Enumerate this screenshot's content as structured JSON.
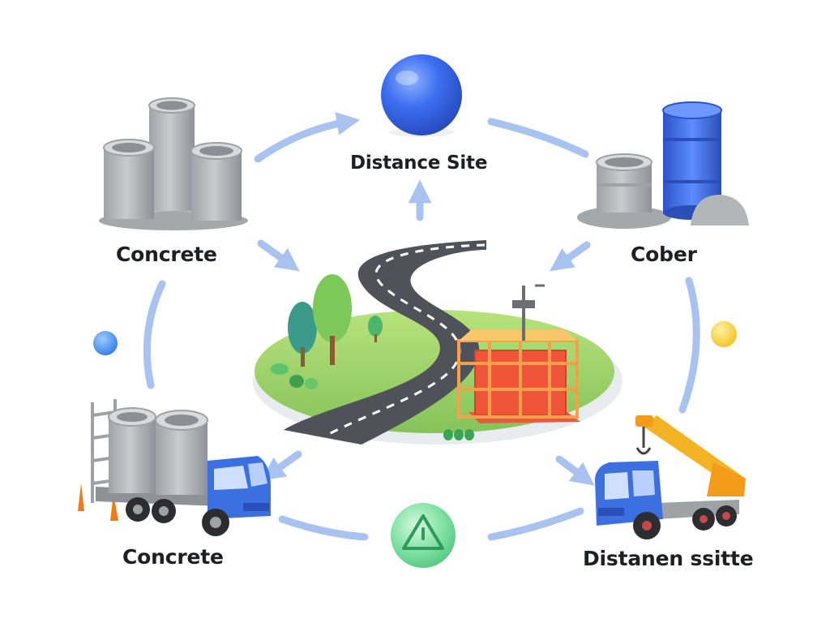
{
  "labels": {
    "top": "Distance Site",
    "left_top": "Concrete",
    "right_top": "Cober",
    "left_bottom": "Concrete",
    "right_bottom": "Distanen ssitte"
  },
  "colors": {
    "arrow": "#a9c3f0",
    "sphere_blue": "#3c6ef0",
    "sphere_green": "#7fe3a6",
    "sphere_yellow": "#f6cf2c",
    "concrete": "#b9bcbe",
    "barrel_blue": "#3f6fe6",
    "truck_blue": "#3c6fe0",
    "road": "#4f5258",
    "grass": "#9fd56f",
    "scaffold": "#f28a30",
    "building": "#f0553a",
    "crane": "#f4b324"
  },
  "icons": [
    "blue-sphere-icon",
    "green-triangle-sphere-icon",
    "concrete-pipes-icon",
    "concrete-and-barrel-icon",
    "concrete-truck-icon",
    "crane-truck-icon",
    "road-island-icon",
    "building-scaffold-icon"
  ]
}
